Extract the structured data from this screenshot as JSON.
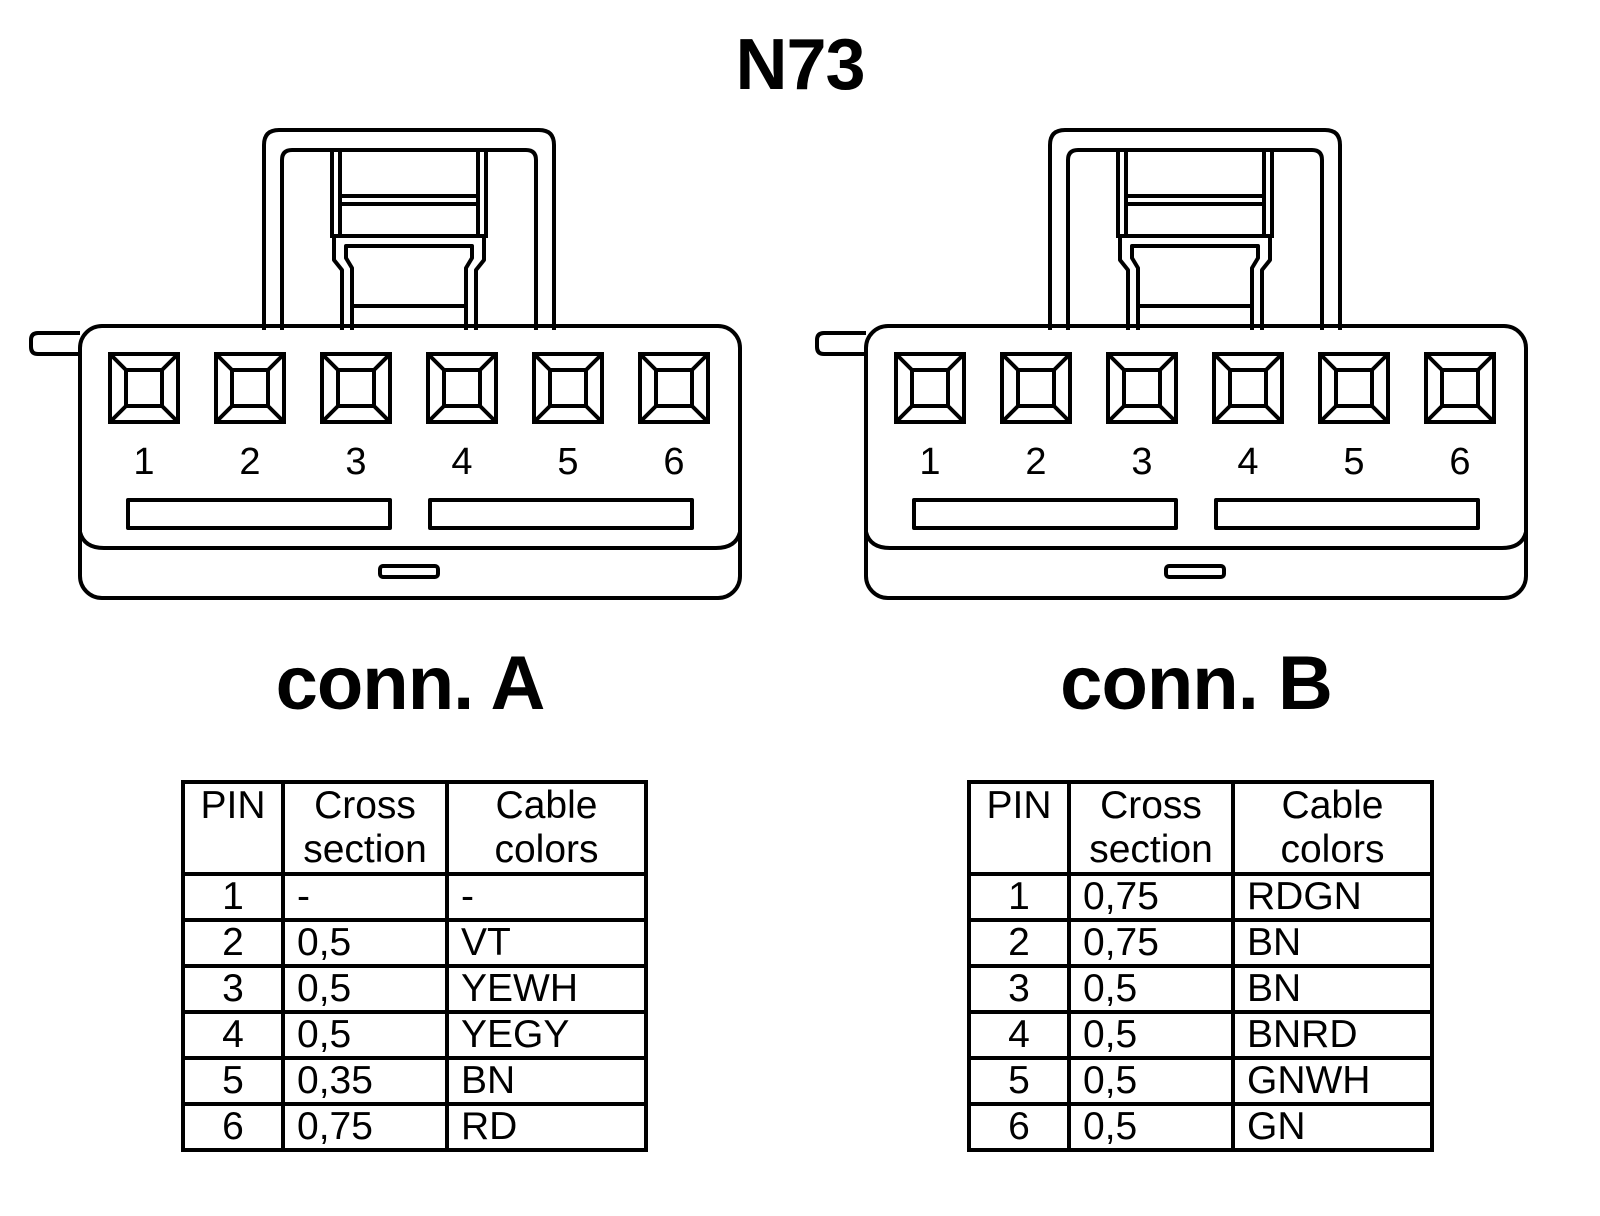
{
  "title": "N73",
  "connectors": [
    {
      "label": "conn. A",
      "pins": [
        "1",
        "2",
        "3",
        "4",
        "5",
        "6"
      ],
      "table": {
        "headers": {
          "pin": "PIN",
          "cross": "Cross section",
          "colors": "Cable colors"
        },
        "rows": [
          {
            "pin": "1",
            "cross": "-",
            "color": "-"
          },
          {
            "pin": "2",
            "cross": "0,5",
            "color": "VT"
          },
          {
            "pin": "3",
            "cross": "0,5",
            "color": "YEWH"
          },
          {
            "pin": "4",
            "cross": "0,5",
            "color": "YEGY"
          },
          {
            "pin": "5",
            "cross": "0,35",
            "color": "BN"
          },
          {
            "pin": "6",
            "cross": "0,75",
            "color": "RD"
          }
        ]
      }
    },
    {
      "label": "conn. B",
      "pins": [
        "1",
        "2",
        "3",
        "4",
        "5",
        "6"
      ],
      "table": {
        "headers": {
          "pin": "PIN",
          "cross": "Cross section",
          "colors": "Cable colors"
        },
        "rows": [
          {
            "pin": "1",
            "cross": "0,75",
            "color": "RDGN"
          },
          {
            "pin": "2",
            "cross": "0,75",
            "color": "BN"
          },
          {
            "pin": "3",
            "cross": "0,5",
            "color": "BN"
          },
          {
            "pin": "4",
            "cross": "0,5",
            "color": "BNRD"
          },
          {
            "pin": "5",
            "cross": "0,5",
            "color": "GNWH"
          },
          {
            "pin": "6",
            "cross": "0,5",
            "color": "GN"
          }
        ]
      }
    }
  ]
}
